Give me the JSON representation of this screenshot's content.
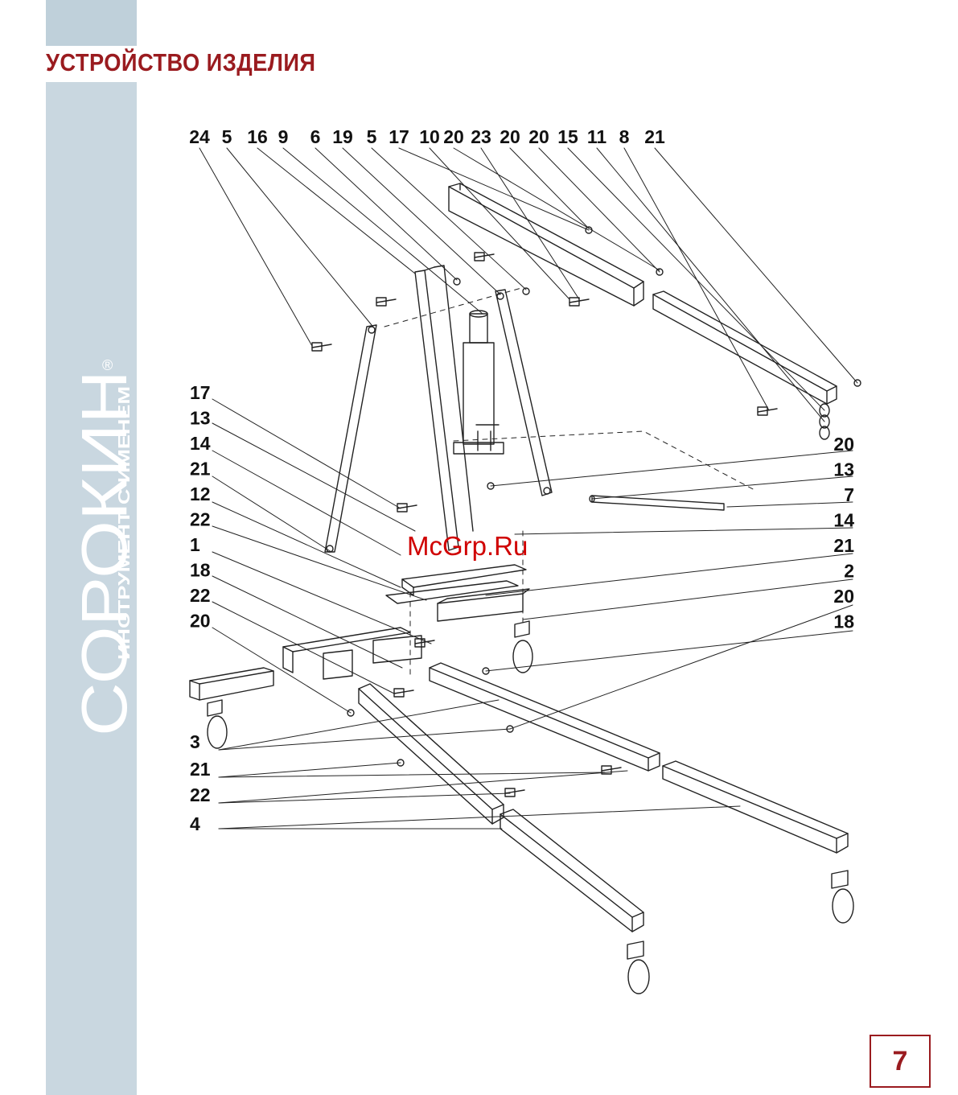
{
  "page": {
    "title": "УСТРОЙСТВО ИЗДЕЛИЯ",
    "page_number": "7",
    "watermark": "McGrp.Ru"
  },
  "brand": {
    "name": "СОРОКИН",
    "tagline": "ИНСТРУМЕНТ С ИМЕНЕМ",
    "registered": "®",
    "color": "#ffffff"
  },
  "colors": {
    "accent": "#9a1b1f",
    "sidebar": "#c9d7e0"
  },
  "diagram": {
    "top_callouts": [
      "24",
      "5",
      "16",
      "9",
      "6",
      "19",
      "5",
      "17",
      "10",
      "20",
      "23",
      "20",
      "20",
      "15",
      "11",
      "8",
      "21"
    ],
    "left_callouts": [
      "17",
      "13",
      "14",
      "21",
      "12",
      "22",
      "1",
      "18",
      "22",
      "20"
    ],
    "right_callouts": [
      "20",
      "13",
      "7",
      "14",
      "21",
      "2",
      "20",
      "18"
    ],
    "bottom_left_callouts": [
      "3",
      "21",
      "22",
      "4"
    ]
  }
}
